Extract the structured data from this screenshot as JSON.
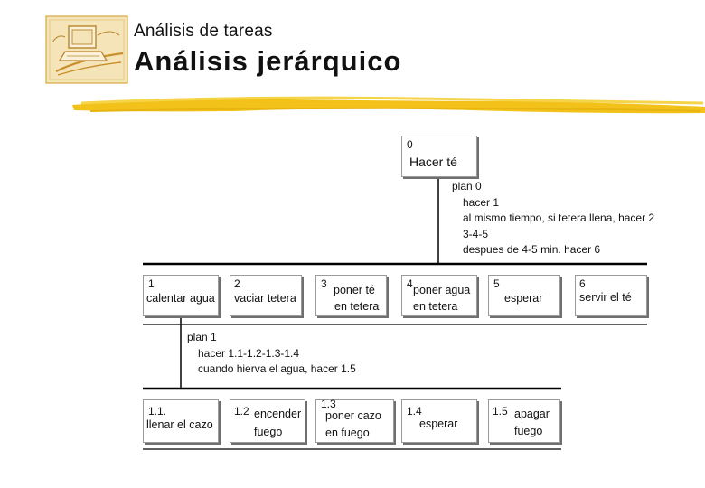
{
  "header": {
    "subtitle": "Análisis de tareas",
    "title": "Análisis jerárquico"
  },
  "root": {
    "num": "0",
    "label": "Hacer té"
  },
  "plan0": {
    "title": "plan 0",
    "lines": [
      "hacer 1",
      "al mismo tiempo, si tetera llena, hacer 2",
      "3-4-5",
      "despues de 4-5 min. hacer 6"
    ]
  },
  "level1": [
    {
      "num": "1",
      "label1": "calentar agua",
      "label2": ""
    },
    {
      "num": "2",
      "label1": "vaciar tetera",
      "label2": ""
    },
    {
      "num": "3",
      "label1": "poner té",
      "label2": "en tetera"
    },
    {
      "num": "4",
      "label1": "poner agua",
      "label2": "en tetera"
    },
    {
      "num": "5",
      "label1": "esperar",
      "label2": ""
    },
    {
      "num": "6",
      "label1": "servir el té",
      "label2": ""
    }
  ],
  "plan1": {
    "title": "plan 1",
    "lines": [
      "hacer 1.1-1.2-1.3-1.4",
      "cuando hierva el agua, hacer 1.5"
    ]
  },
  "level2": [
    {
      "num": "1.1.",
      "label1": "llenar el cazo",
      "label2": ""
    },
    {
      "num": "1.2",
      "label1": "encender",
      "label2": "fuego"
    },
    {
      "num": "1.3",
      "label1": "poner cazo",
      "label2": "en fuego"
    },
    {
      "num": "1.4",
      "label1": "esperar",
      "label2": ""
    },
    {
      "num": "1.5",
      "label1": "apagar",
      "label2": "fuego"
    }
  ],
  "colors": {
    "accent_stroke": "#f2c21b",
    "logo_fill": "#f4e4b8",
    "logo_line": "#d7a944",
    "box_border": "#9a9a9a",
    "line": "#000000"
  }
}
